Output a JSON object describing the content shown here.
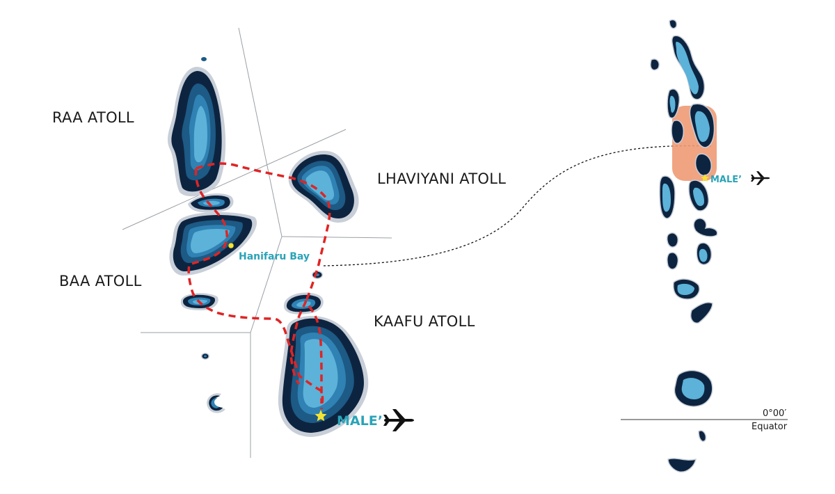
{
  "labels": {
    "raa": "RAA ATOLL",
    "lhaviyani": "LHAVIYANI ATOLL",
    "baa": "BAA ATOLL",
    "kaafu": "KAAFU ATOLL",
    "hanifaru": "Hanifaru Bay",
    "male_main": "MALE’",
    "male_inset": "MALE’",
    "equator_coord": "0°00′",
    "equator": "Equator"
  },
  "icons": {
    "airport": "airplane-icon",
    "male_marker": "star-icon",
    "hanifaru_marker": "dot-icon"
  },
  "colors": {
    "deep": "#0d2440",
    "reef_dark": "#1d5a85",
    "reef_mid": "#2f82b3",
    "lagoon": "#5cb2d8",
    "halo": "#c9cfd8",
    "route": "#e02424",
    "accent_teal": "#2aa3b8",
    "highlight": "#ee9a74",
    "star": "#f5e431"
  }
}
